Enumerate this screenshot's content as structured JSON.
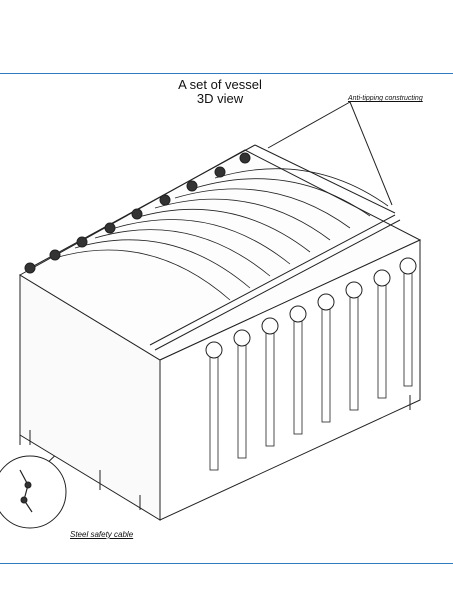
{
  "title": {
    "line1": "A set of vessel",
    "line2": "3D view"
  },
  "annotations": {
    "anti_tipping": "Anti-tipping constructing",
    "steel_cable": "Steel safety cable"
  },
  "colors": {
    "frame_border": "#2f7bbf",
    "line": "#222222",
    "background": "#ffffff"
  }
}
